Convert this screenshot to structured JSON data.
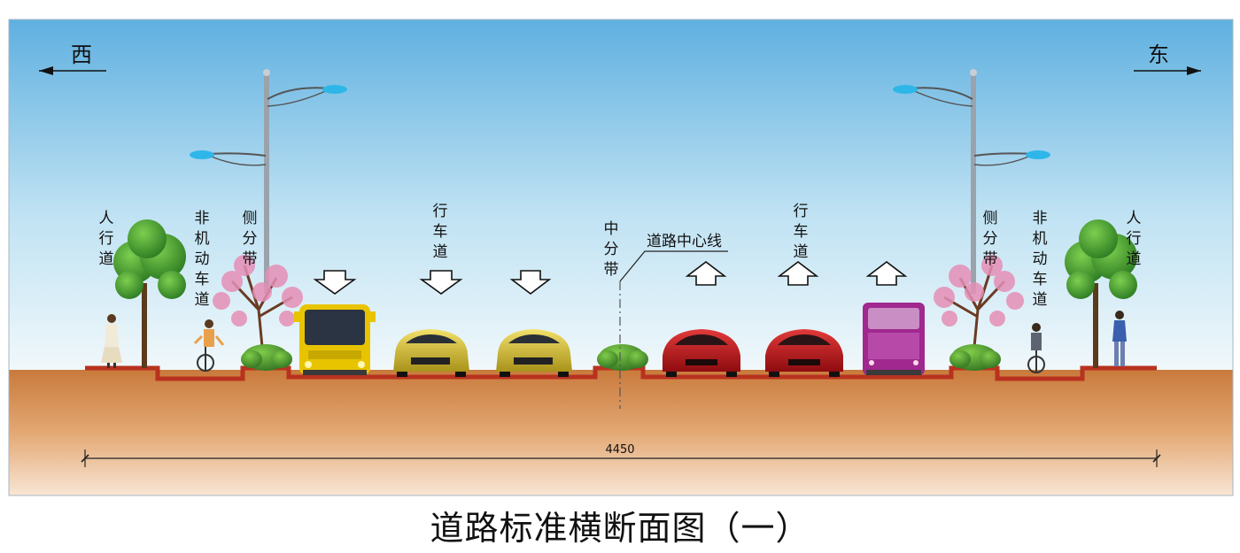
{
  "directions": {
    "west": "西",
    "east": "东"
  },
  "labels": {
    "sidewalk_left": "人行道",
    "bike_left": "非机动车道",
    "side_divider_left": "侧分带",
    "carriageway_left": "行车道",
    "median": "中分带",
    "centerline": "道路中心线",
    "carriageway_right": "行车道",
    "side_divider_right": "侧分带",
    "bike_right": "非机动车道",
    "sidewalk_right": "人行道"
  },
  "dimension": {
    "total_width": "4450"
  },
  "caption": "道路标准横断面图（一）",
  "colors": {
    "sky_top": "#5fb0e0",
    "sky_bottom": "#eaf5fb",
    "ground_top": "#c97a3c",
    "ground_bottom": "#f6ddc4",
    "road_line": "#b8321f",
    "bus_yellow": "#e8c400",
    "car_yellow": "#d9c42a",
    "car_red": "#c4141c",
    "bus_purple": "#a0288f",
    "tree_green": "#3f9a2e",
    "blossom_pink": "#e58fb6",
    "lamp_blue": "#2fb6e8"
  },
  "icons": [
    "arrow-down-icon",
    "arrow-up-icon",
    "street-lamp-icon",
    "tree-icon",
    "blossom-tree-icon",
    "shrub-icon",
    "bus-icon",
    "car-icon",
    "pedestrian-icon",
    "cyclist-icon"
  ]
}
